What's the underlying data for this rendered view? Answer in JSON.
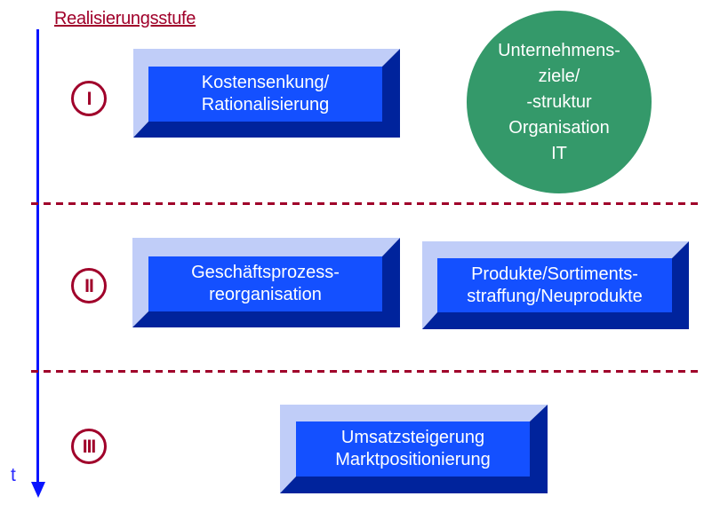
{
  "title": "Realisierungsstufe",
  "time_axis_label": "t",
  "colors": {
    "accent_red": "#a0002a",
    "timeline_blue": "#0a14ff",
    "box_face": "#1450ff",
    "box_light_bevel": "#c0cdf8",
    "box_dark_bevel": "#00239c",
    "circle_green": "#34996a"
  },
  "stages": [
    {
      "numeral": "I"
    },
    {
      "numeral": "II"
    },
    {
      "numeral": "III"
    }
  ],
  "boxes": {
    "cost_reduction": {
      "line1": "Kostensenkung/",
      "line2": "Rationalisierung"
    },
    "process_reorg": {
      "line1": "Geschäftsprozess-",
      "line2": "reorganisation"
    },
    "products": {
      "line1": "Produkte/Sortiments-",
      "line2": "straffung/Neuprodukte"
    },
    "revenue": {
      "line1": "Umsatzsteigerung",
      "line2": "Marktpositionierung"
    }
  },
  "circle": {
    "lines": [
      "Unternehmens-",
      "ziele/",
      "-struktur",
      "Organisation",
      "IT"
    ]
  }
}
